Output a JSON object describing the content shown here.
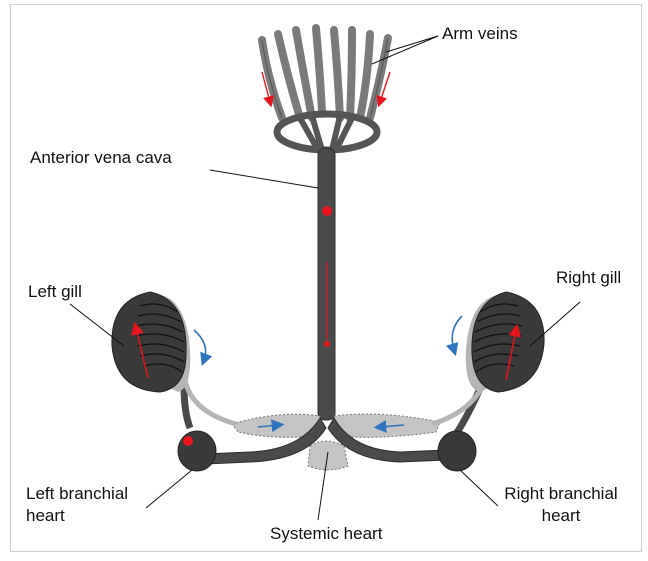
{
  "labels": {
    "arm_veins": "Arm veins",
    "anterior_vena_cava": "Anterior vena cava",
    "left_gill": "Left gill",
    "right_gill": "Right gill",
    "left_branchial_heart_l1": "Left branchial",
    "left_branchial_heart_l2": "heart",
    "right_branchial_heart_l1": "Right branchial",
    "right_branchial_heart_l2": "heart",
    "systemic_heart": "Systemic heart"
  },
  "colors": {
    "vessel": "#4a4a4a",
    "vessel_stroke": "#2c2c2c",
    "arm_vein": "#7a7a7a",
    "gill": "#3a3a3a",
    "gill_shadow": "#b5b5b5",
    "heart_region": "#c4c4c4",
    "red_arrow": "#e8141c",
    "blue_arrow": "#2f74c0",
    "leader_line": "#111111"
  }
}
